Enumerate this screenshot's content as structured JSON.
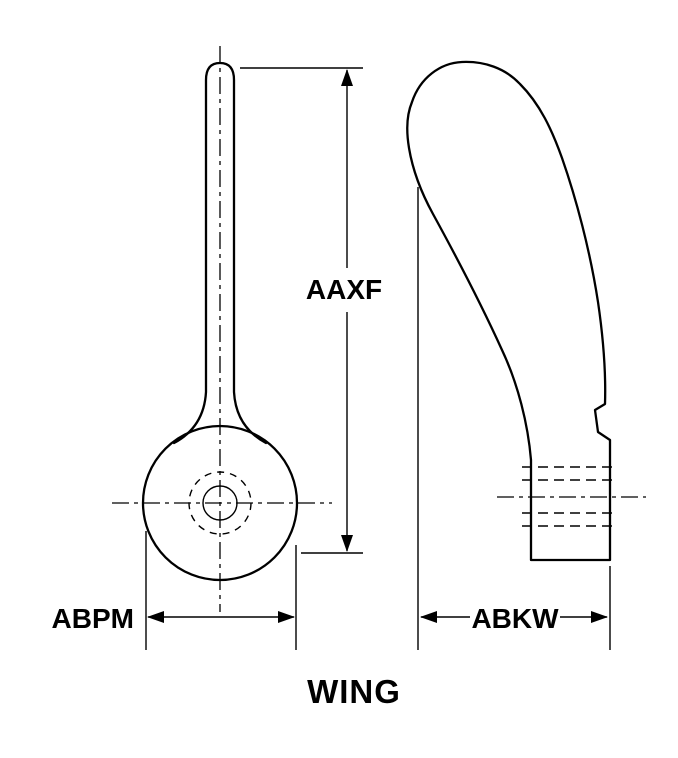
{
  "diagram": {
    "caption": "WING",
    "labels": {
      "aaxf": "AAXF",
      "abpm": "ABPM",
      "abkw": "ABKW"
    },
    "colors": {
      "line": "#000000",
      "background": "#ffffff"
    }
  }
}
